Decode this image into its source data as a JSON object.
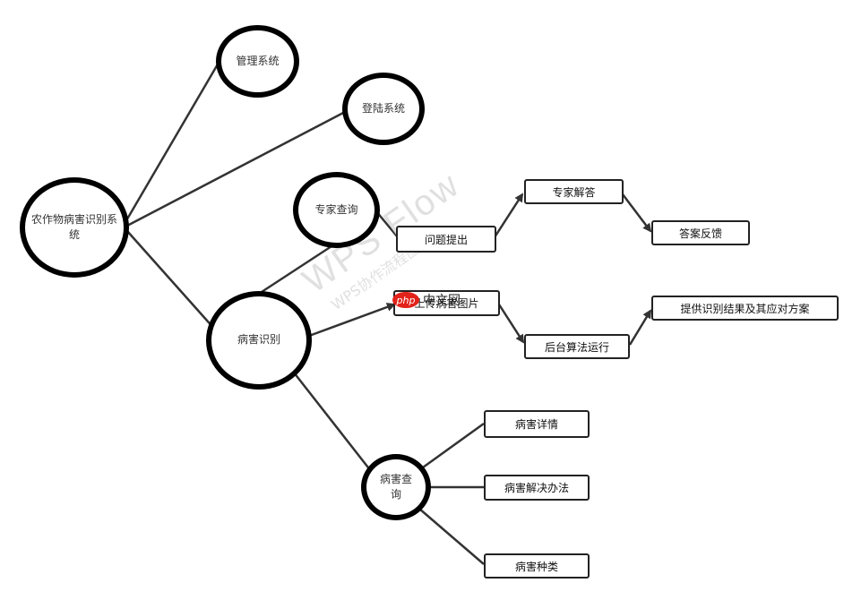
{
  "nodes": {
    "root": "农作物病害识别系统",
    "manage": "管理系统",
    "login": "登陆系统",
    "expert_query": "专家查询",
    "disease_recognition": "病害识别",
    "disease_query": "病害查询",
    "question_submit": "问题提出",
    "expert_answer": "专家解答",
    "answer_feedback": "答案反馈",
    "upload_image": "上传病害图片",
    "backend_algorithm": "后台算法运行",
    "result_solution": "提供识别结果及其应对方案",
    "disease_detail": "病害详情",
    "disease_solution": "病害解决办法",
    "disease_type": "病害种类"
  },
  "watermark": {
    "line1": "WPS Flow",
    "line2": "WPS协作流程图能力"
  },
  "logo": {
    "badge": "php",
    "text": "中文网"
  },
  "colors": {
    "stroke": "#000000",
    "edge": "#333333"
  }
}
